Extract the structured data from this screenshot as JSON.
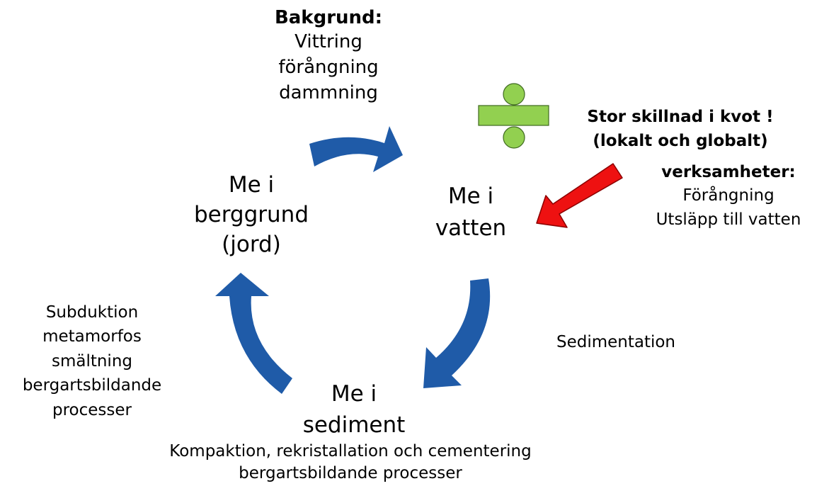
{
  "background_box": {
    "heading": "Bakgrund:",
    "lines": [
      "Vittring",
      "förångning",
      "dammning"
    ]
  },
  "ratio_note": {
    "line1": "Stor skillnad i kvot !",
    "line2": "(lokalt och globalt)"
  },
  "activities_box": {
    "heading": "verksamheter:",
    "lines": [
      "Förångning",
      "Utsläpp till vatten"
    ]
  },
  "nodes": {
    "bedrock": [
      "Me i",
      "berggrund",
      "(jord)"
    ],
    "water": [
      "Me i",
      "vatten"
    ],
    "sediment": [
      "Me i",
      "sediment"
    ]
  },
  "process_labels": {
    "sedimentation": "Sedimentation",
    "subduction": [
      "Subduktion",
      "metamorfos",
      "smältning",
      "bergartsbildande",
      "processer"
    ],
    "compaction": [
      "Kompaktion, rekristallation och cementering",
      "bergartsbildande processer"
    ]
  },
  "colors": {
    "cycle_arrow": "#1F5BA8",
    "human_arrow": "#EE1111",
    "ratio_symbol": "#92D050",
    "text": "#000000"
  }
}
